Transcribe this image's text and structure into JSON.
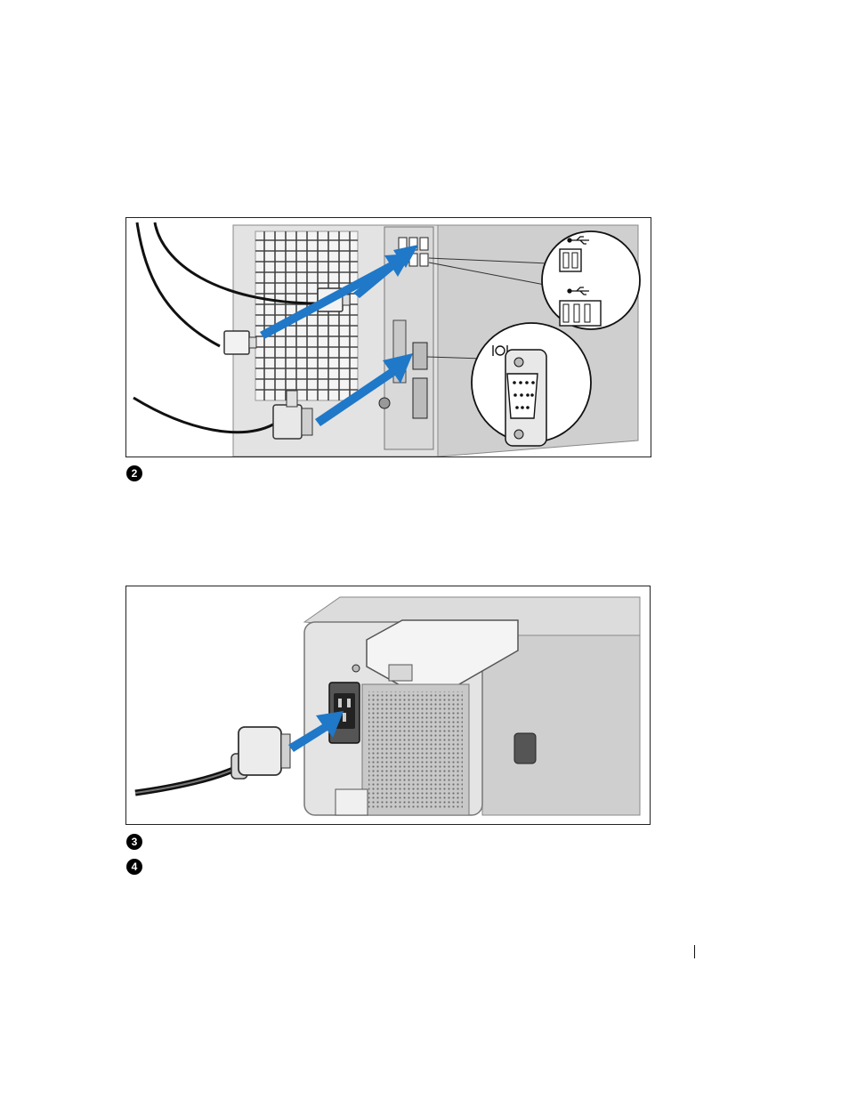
{
  "steps": [
    {
      "number": "2"
    },
    {
      "number": "3"
    },
    {
      "number": "4"
    }
  ],
  "figures": [
    {
      "id": "keyboard-mouse-monitor-connection",
      "icons": [
        "usb-icon",
        "vga-monitor-icon"
      ]
    },
    {
      "id": "power-cable-connection",
      "icons": [
        "power-socket-icon"
      ]
    }
  ],
  "colors": {
    "arrow_blue": "#1f78c8",
    "chassis_gray": "#d6d6d6",
    "border": "#222222"
  }
}
